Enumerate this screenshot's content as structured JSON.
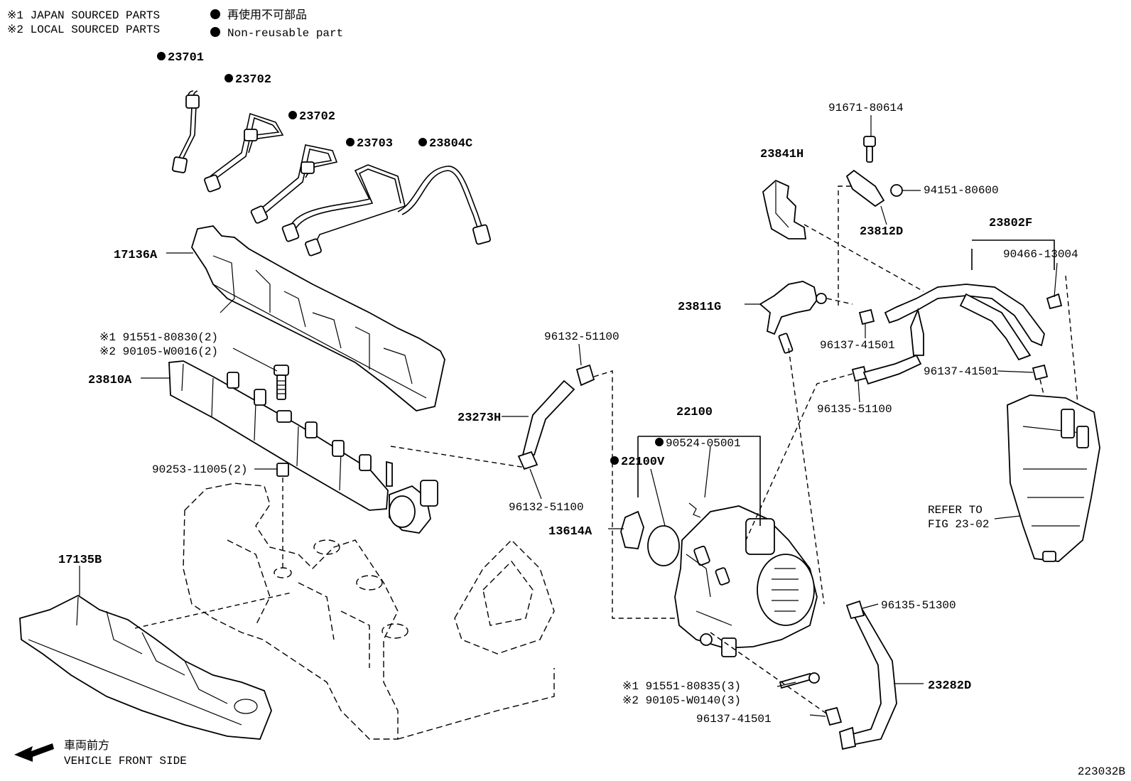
{
  "legend": {
    "japan_sourced": "※1 JAPAN SOURCED PARTS",
    "local_sourced": "※2 LOCAL SOURCED PARTS",
    "nonreusable_jp": "再使用不可部品",
    "nonreusable_en": "Non-reusable part"
  },
  "parts": {
    "p23701": "23701",
    "p23702a": "23702",
    "p23702b": "23702",
    "p23703": "23703",
    "p23804c": "23804C",
    "p17136a": "17136A",
    "p91551_80830": "※1 91551-80830(2)",
    "p90105_w0016": "※2 90105-W0016(2)",
    "p23810a": "23810A",
    "p90253": "90253-11005(2)",
    "p17135b": "17135B",
    "p96132_top": "96132-51100",
    "p23273h": "23273H",
    "p96132_bot": "96132-51100",
    "p22100": "22100",
    "p90524": "90524-05001",
    "p22100v": "22100V",
    "p13614a": "13614A",
    "p91671": "91671-80614",
    "p23841h": "23841H",
    "p94151": "94151-80600",
    "p23812d": "23812D",
    "p23802f": "23802F",
    "p90466": "90466-13004",
    "p23811g": "23811G",
    "p96137_a": "96137-41501",
    "p96137_b": "96137-41501",
    "p96135_51100": "96135-51100",
    "p96135_51300": "96135-51300",
    "p91551_80835": "※1 91551-80835(3)",
    "p90105_w0140": "※2 90105-W0140(3)",
    "p96137_c": "96137-41501",
    "p23282d": "23282D",
    "refer_to": "REFER TO",
    "refer_fig": "FIG 23-02"
  },
  "footer": {
    "front_jp": "車両前方",
    "front_en": "VEHICLE FRONT SIDE",
    "figure_code": "223032B"
  }
}
